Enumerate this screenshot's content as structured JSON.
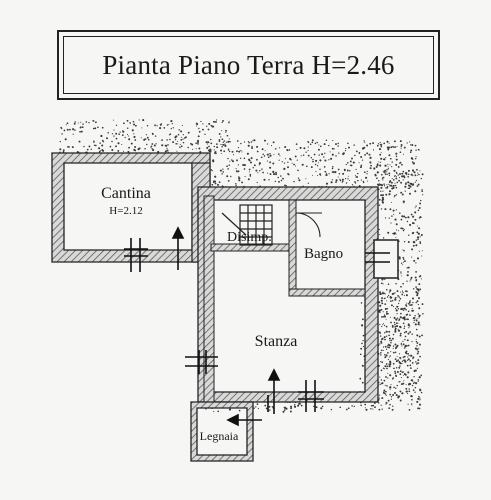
{
  "title": "Pianta Piano Terra H=2.46",
  "rooms": {
    "cantina": {
      "name": "Cantina",
      "height": "H=2.12"
    },
    "disimpegno": {
      "name": "Disimp."
    },
    "bagno": {
      "name": "Bagno"
    },
    "stanza": {
      "name": "Stanza"
    },
    "legnaia": {
      "name": "Legnaia"
    }
  },
  "colors": {
    "wall": "#2b2b2b",
    "hatch": "#8a8a8a",
    "background": "#f6f6f4",
    "stipple": "#3a3a3a"
  }
}
